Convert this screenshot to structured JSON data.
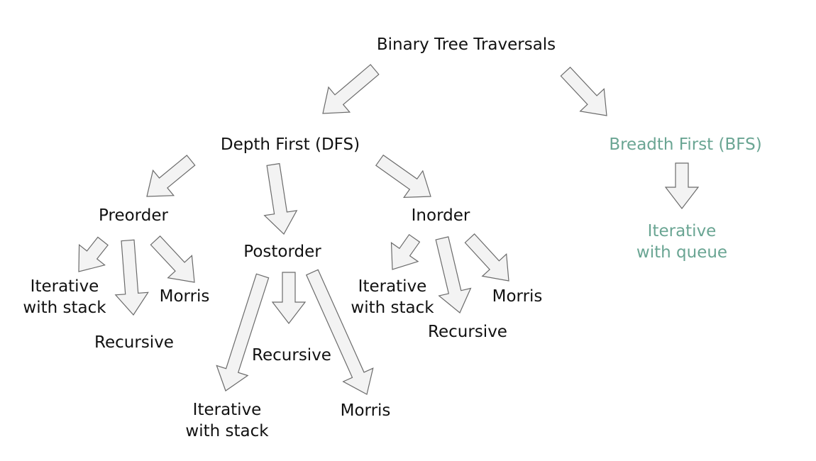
{
  "colors": {
    "text": "#111111",
    "bfs_text": "#6aa593",
    "arrow_fill": "#f3f3f3",
    "arrow_stroke": "#6b6b6b"
  },
  "nodes": {
    "root": "Binary Tree Traversals",
    "dfs": "Depth First (DFS)",
    "bfs": "Breadth First (BFS)",
    "bfs_iterative_line1": "Iterative",
    "bfs_iterative_line2": "with queue",
    "preorder": "Preorder",
    "postorder": "Postorder",
    "inorder": "Inorder",
    "pre_iterative_line1": "Iterative",
    "pre_iterative_line2": "with stack",
    "pre_recursive": "Recursive",
    "pre_morris": "Morris",
    "post_iterative_line1": "Iterative",
    "post_iterative_line2": "with stack",
    "post_recursive": "Recursive",
    "post_morris": "Morris",
    "in_iterative_line1": "Iterative",
    "in_iterative_line2": "with stack",
    "in_recursive": "Recursive",
    "in_morris": "Morris"
  },
  "edges": [
    {
      "from": "root",
      "to": "dfs"
    },
    {
      "from": "root",
      "to": "bfs"
    },
    {
      "from": "dfs",
      "to": "preorder"
    },
    {
      "from": "dfs",
      "to": "postorder"
    },
    {
      "from": "dfs",
      "to": "inorder"
    },
    {
      "from": "bfs",
      "to": "bfs_iterative"
    },
    {
      "from": "preorder",
      "to": "pre_iterative"
    },
    {
      "from": "preorder",
      "to": "pre_recursive"
    },
    {
      "from": "preorder",
      "to": "pre_morris"
    },
    {
      "from": "postorder",
      "to": "post_iterative"
    },
    {
      "from": "postorder",
      "to": "post_recursive"
    },
    {
      "from": "postorder",
      "to": "post_morris"
    },
    {
      "from": "inorder",
      "to": "in_iterative"
    },
    {
      "from": "inorder",
      "to": "in_recursive"
    },
    {
      "from": "inorder",
      "to": "in_morris"
    }
  ]
}
